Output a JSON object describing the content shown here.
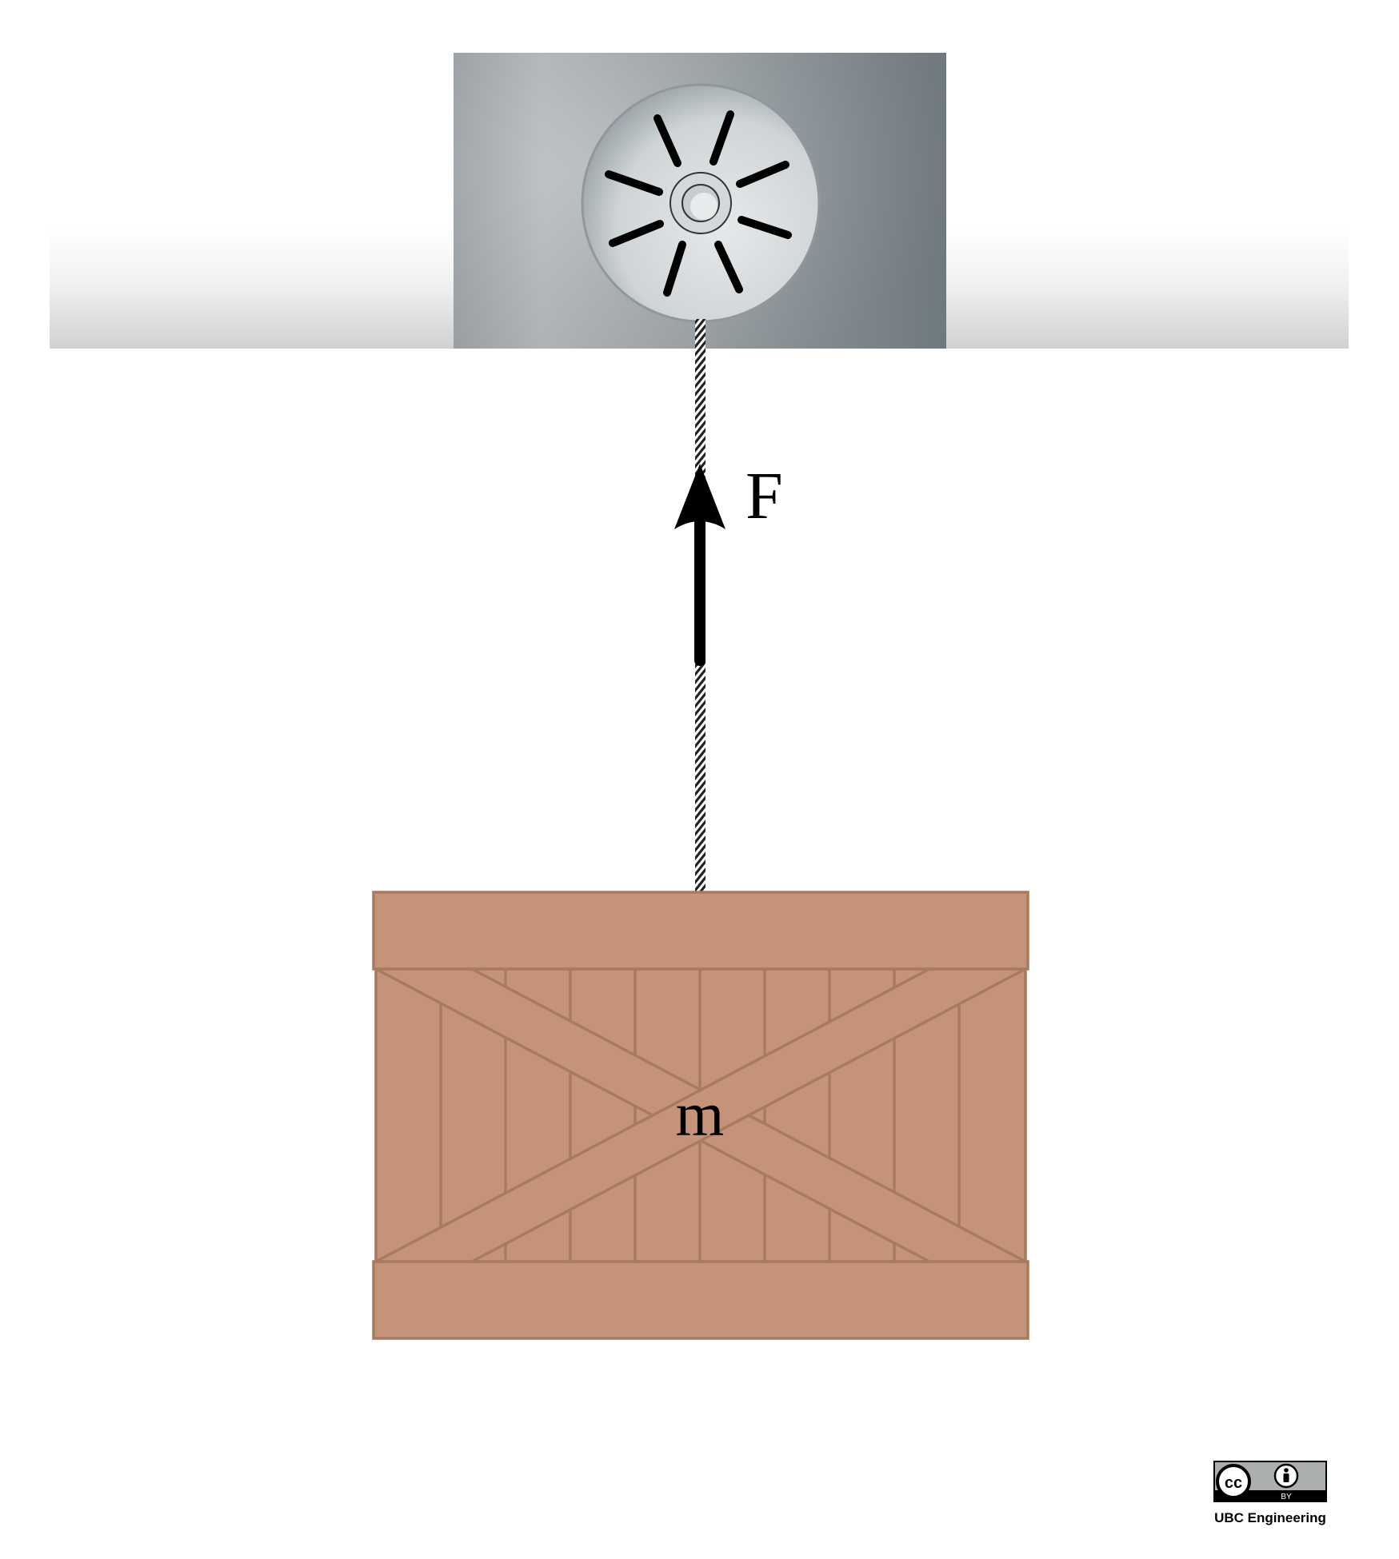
{
  "diagram": {
    "force_label": "F",
    "mass_label": "m"
  },
  "license": {
    "cc_text": "cc",
    "by_text": "BY",
    "credit": "UBC Engineering"
  },
  "colors": {
    "crate_fill": "#c4937a",
    "crate_stroke": "#a87a5e",
    "ceiling_light": "#f4f4f5",
    "ceiling_dark": "#d3d4d6",
    "mount_light": "#bcc0c3",
    "mount_dark": "#7b868c",
    "arrow": "#000000"
  }
}
